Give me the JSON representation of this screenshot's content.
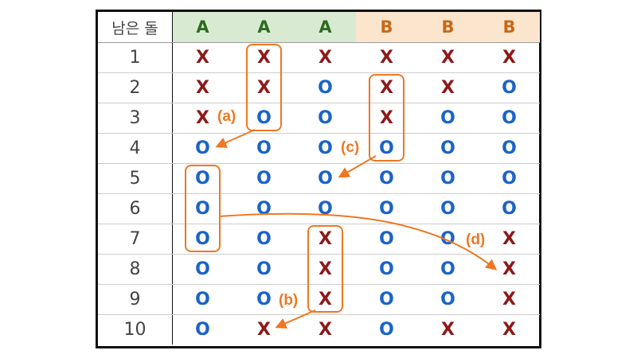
{
  "table": {
    "corner_label": "남은 돌",
    "headers": [
      {
        "label": "A",
        "color": "#2e6b1f",
        "bg": "#d9ead3"
      },
      {
        "label": "A",
        "color": "#2e6b1f",
        "bg": "#d9ead3"
      },
      {
        "label": "A",
        "color": "#2e6b1f",
        "bg": "#d9ead3"
      },
      {
        "label": "B",
        "color": "#c46a1a",
        "bg": "#fce5cd"
      },
      {
        "label": "B",
        "color": "#c46a1a",
        "bg": "#fce5cd"
      },
      {
        "label": "B",
        "color": "#c46a1a",
        "bg": "#fce5cd"
      }
    ],
    "rows": [
      {
        "label": "1",
        "cells": [
          "X",
          "X",
          "X",
          "X",
          "X",
          "X"
        ]
      },
      {
        "label": "2",
        "cells": [
          "X",
          "X",
          "O",
          "X",
          "X",
          "O"
        ]
      },
      {
        "label": "3",
        "cells": [
          "X",
          "O",
          "O",
          "X",
          "O",
          "O"
        ]
      },
      {
        "label": "4",
        "cells": [
          "O",
          "O",
          "O",
          "O",
          "O",
          "O"
        ]
      },
      {
        "label": "5",
        "cells": [
          "O",
          "O",
          "O",
          "O",
          "O",
          "O"
        ]
      },
      {
        "label": "6",
        "cells": [
          "O",
          "O",
          "O",
          "O",
          "O",
          "O"
        ]
      },
      {
        "label": "7",
        "cells": [
          "O",
          "O",
          "X",
          "O",
          "O",
          "X"
        ]
      },
      {
        "label": "8",
        "cells": [
          "O",
          "O",
          "X",
          "O",
          "O",
          "X"
        ]
      },
      {
        "label": "9",
        "cells": [
          "O",
          "O",
          "X",
          "O",
          "O",
          "X"
        ]
      },
      {
        "label": "10",
        "cells": [
          "O",
          "X",
          "X",
          "O",
          "X",
          "X"
        ]
      }
    ]
  },
  "annotations": {
    "a": "(a)",
    "b": "(b)",
    "c": "(c)",
    "d": "(d)"
  },
  "colors": {
    "x_mark": "#8b1a1a",
    "o_mark": "#1a63c8",
    "accent": "#ee7722",
    "grid": "#cccccc"
  }
}
